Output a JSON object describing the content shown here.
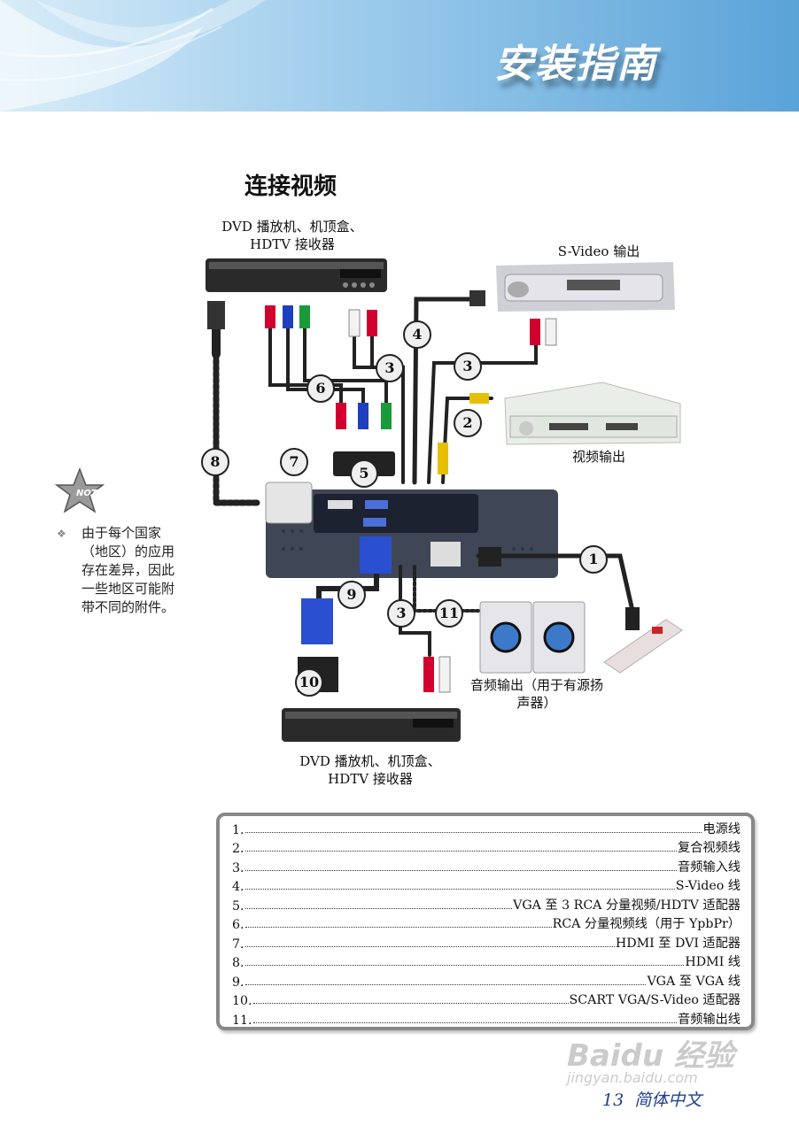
{
  "header": {
    "title": "安装指南"
  },
  "section_title": "连接视频",
  "diagram": {
    "labels": {
      "dvd_top": "DVD 播放机、机顶盒、HDTV 接收器",
      "svideo_out": "S-Video 输出",
      "video_out": "视频输出",
      "audio_out": "音频输出（用于有源扬声器）",
      "dvd_bottom": "DVD 播放机、机顶盒、HDTV 接收器"
    },
    "callouts": [
      "1",
      "2",
      "3",
      "3",
      "3",
      "4",
      "5",
      "6",
      "7",
      "8",
      "9",
      "10",
      "11"
    ]
  },
  "note": {
    "badge": "NOTE",
    "bullet": "❖",
    "text": "由于每个国家（地区）的应用存在差异，因此一些地区可能附带不同的附件。"
  },
  "legend": {
    "items": [
      {
        "num": "1.",
        "text": "电源线"
      },
      {
        "num": "2.",
        "text": "复合视频线"
      },
      {
        "num": "3.",
        "text": "音频输入线"
      },
      {
        "num": "4.",
        "text": "S-Video 线"
      },
      {
        "num": "5.",
        "text": "VGA 至 3 RCA 分量视频/HDTV 适配器"
      },
      {
        "num": "6.",
        "text": "RCA 分量视频线（用于 YpbPr）"
      },
      {
        "num": "7.",
        "text": "HDMI 至 DVI 适配器"
      },
      {
        "num": "8.",
        "text": "HDMI 线"
      },
      {
        "num": "9.",
        "text": "VGA 至 VGA 线"
      },
      {
        "num": "10.",
        "text": "SCART VGA/S-Video 适配器"
      },
      {
        "num": "11.",
        "text": "音频输出线"
      }
    ]
  },
  "footer": {
    "page": "13",
    "lang": "简体中文"
  },
  "watermark": {
    "brand": "Baidu 经验",
    "url": "jingyan.baidu.com"
  },
  "colors": {
    "header_blue": "#5aa3d8",
    "footer_blue": "#1f3f8f",
    "legend_border": "#888888"
  }
}
